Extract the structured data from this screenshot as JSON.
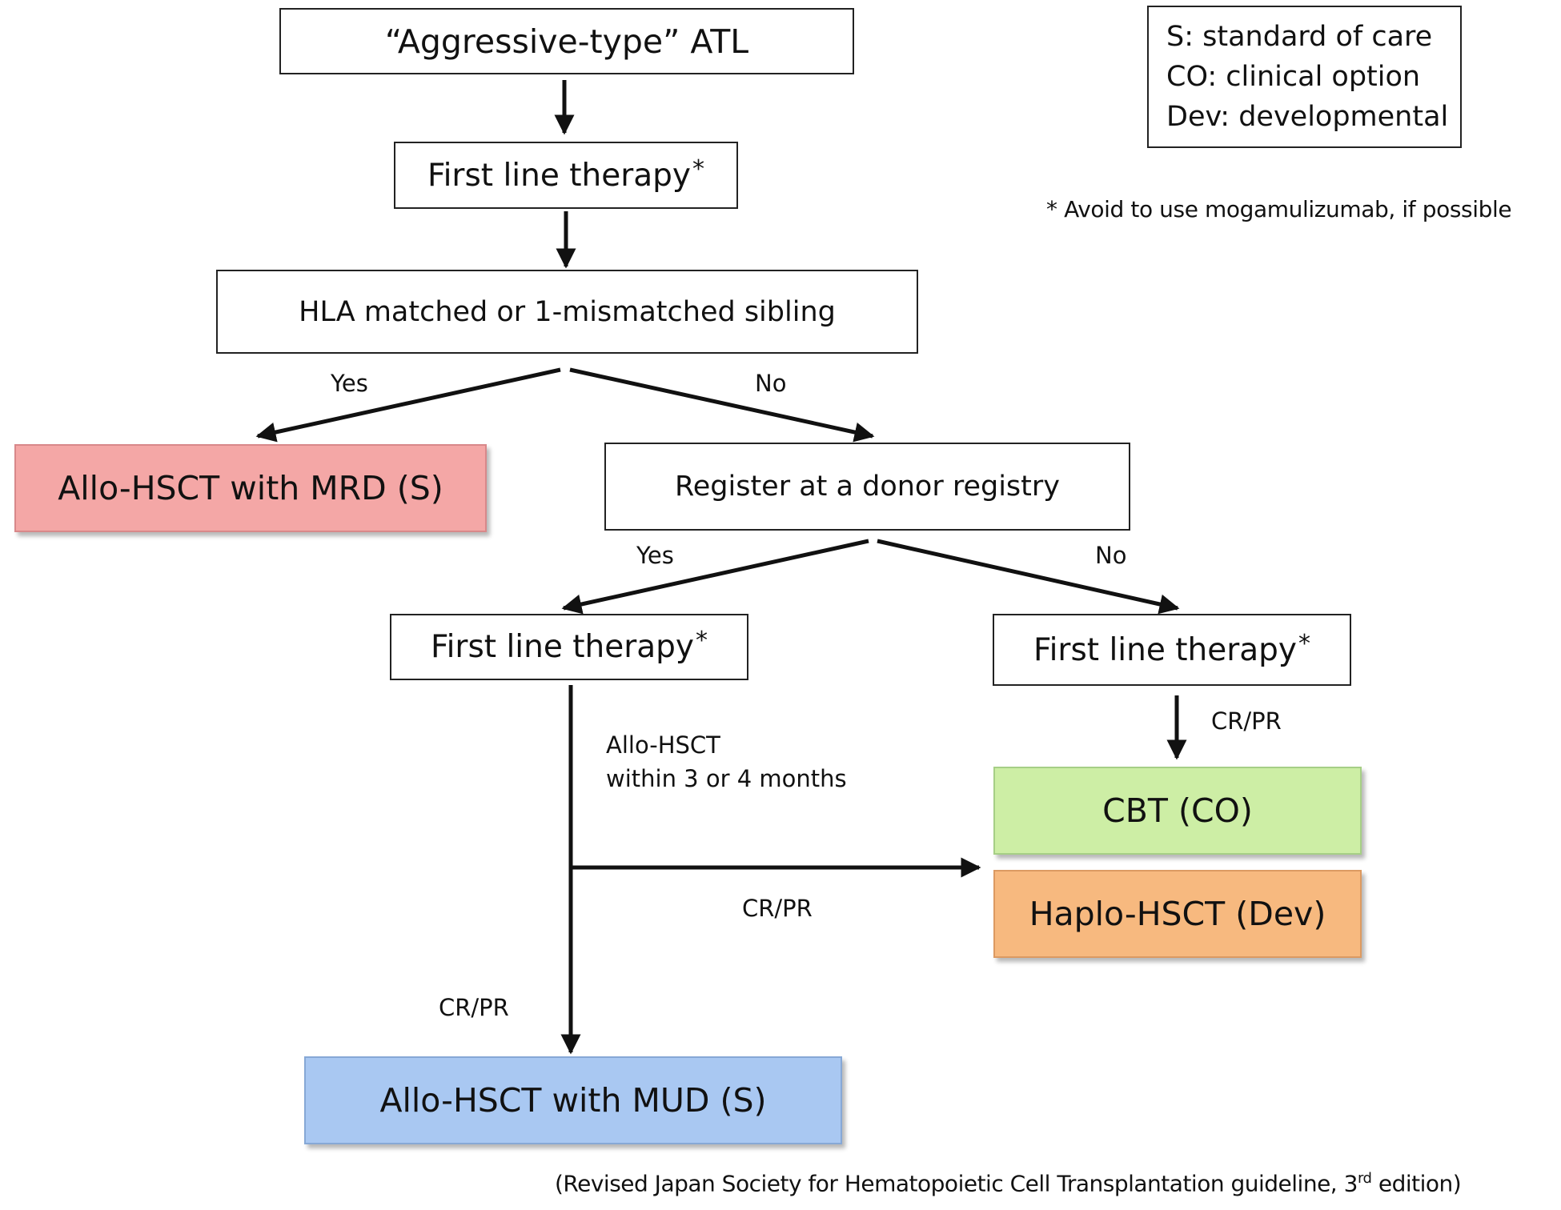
{
  "nodes": {
    "atl": "“Aggressive-type” ATL",
    "first_line_1": "First line therapy",
    "hla_sibling": "HLA matched or 1-mismatched sibling",
    "allo_mrd": "Allo-HSCT with MRD (S)",
    "donor_registry": "Register at a donor registry",
    "first_line_2": "First line therapy",
    "first_line_3": "First line therapy",
    "cbt": "CBT (CO)",
    "haplo": "Haplo-HSCT (Dev)",
    "allo_mud": "Allo-HSCT with MUD (S)"
  },
  "asterisk": "*",
  "edges": {
    "yes_1": "Yes",
    "no_1": "No",
    "yes_2": "Yes",
    "no_2": "No",
    "cr_pr_right": "CR/PR",
    "allo_within_line1": "Allo-HSCT",
    "allo_within_line2": "within 3 or 4 months",
    "cr_pr_middle": "CR/PR",
    "cr_pr_bottom": "CR/PR"
  },
  "legend": {
    "s": "S: standard of care",
    "co": "CO: clinical option",
    "dev": "Dev: developmental"
  },
  "footnote": "* Avoid to use mogamulizumab, if possible",
  "citation": {
    "before": "(Revised Japan Society for Hematopoietic Cell Transplantation guideline, 3",
    "sup": "rd",
    "after": " edition)"
  },
  "colors": {
    "mrd_fill": "#f4a7a6",
    "mud_fill": "#a9c8f2",
    "cbt_fill": "#cdeea5",
    "haplo_fill": "#f7b97f",
    "line": "#111111"
  }
}
